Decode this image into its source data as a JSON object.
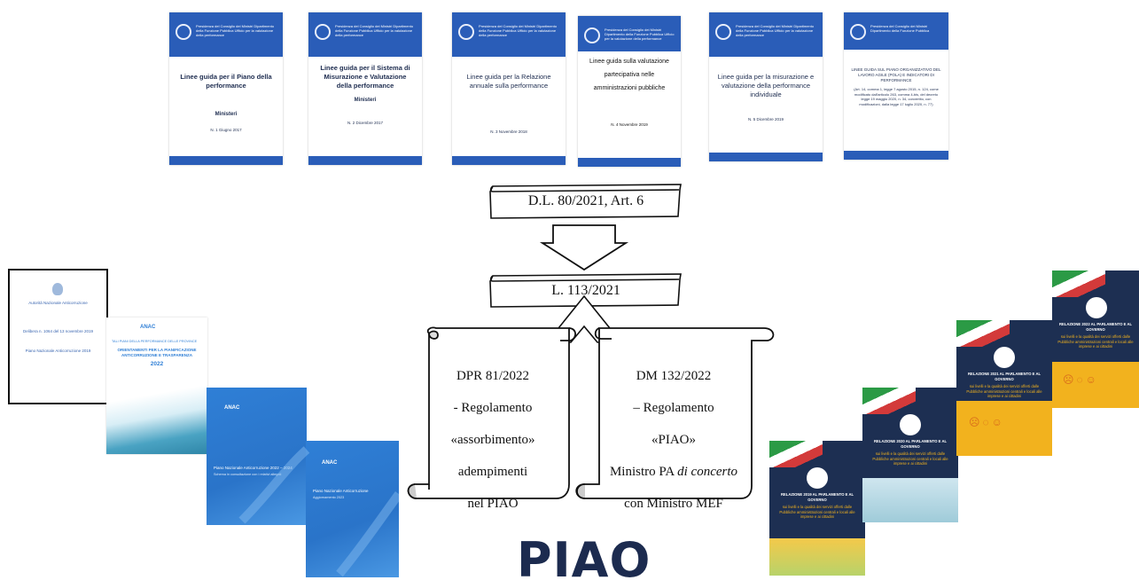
{
  "top_covers": [
    {
      "header": "Presidenza del Consiglio dei Ministri Dipartimento della Funzione Pubblica Ufficio per la valutazione della performance",
      "title": "Linee guida per il Piano della performance",
      "subtitle": "Ministeri",
      "number": "N. 1 Giugno 2017"
    },
    {
      "header": "Presidenza del Consiglio dei Ministri Dipartimento della Funzione Pubblica Ufficio per la valutazione della performance",
      "title": "Linee guida per il Sistema di Misurazione e Valutazione della performance",
      "subtitle": "Ministeri",
      "number": "N. 2 Dicembre 2017"
    },
    {
      "header": "Presidenza del Consiglio dei Ministri Dipartimento della Funzione Pubblica Ufficio per la valutazione della performance",
      "title": "Linee guida per la Relazione annuale sulla performance",
      "subtitle": "",
      "number": "N. 3 Novembre 2018"
    },
    {
      "header": "Presidenza del Consiglio dei Ministri Dipartimento della Funzione Pubblica Ufficio per la valutazione della performance",
      "title": "Linee guida sulla valutazione partecipativa nelle amministrazioni pubbliche",
      "subtitle": "",
      "number": "N. 4 Novembre 2019"
    },
    {
      "header": "Presidenza del Consiglio dei Ministri Dipartimento della Funzione Pubblica Ufficio per la valutazione della performance",
      "title": "Linee guida per la misurazione e valutazione della performance individuale",
      "subtitle": "",
      "number": "N. 5 Dicembre 2019"
    },
    {
      "header": "Presidenza del Consiglio dei Ministri Dipartimento della Funzione Pubblica",
      "title": "LINEE GUIDA SUL PIANO ORGANIZZATIVO DEL LAVORO AGILE (POLA) E INDICATORI DI PERFORMANCE",
      "subtitle": "",
      "number": "(Art. 14, comma 1, legge 7 agosto 2015, n. 124, come modificato dall'articolo 263, comma 4-bis, del decreto legge 19 maggio 2020, n. 34, convertito, con modificazioni, dalla legge 17 luglio 2020, n. 77)"
    }
  ],
  "decree_box": "D.L. 80/2021, Art. 6",
  "law_box": "L. 113/2021",
  "dpr_scroll": [
    "DPR 81/2022",
    "- Regolamento",
    "«assorbimento»",
    "adempimenti",
    "nel PIAO"
  ],
  "dm_scroll": {
    "lines_plain": [
      "DM 132/2022",
      "– Regolamento",
      "«PIAO»"
    ],
    "line4_pre": "Ministro PA ",
    "line4_italic": "di concerto",
    "line5": "con Ministro MEF"
  },
  "anac_docs": {
    "doc1_title": "Autorità Nazionale Anticorruzione",
    "doc1_delibera": "Delibera n. 1064 del 13 novembre 2019",
    "doc1_piano": "Piano Nazionale Anticorruzione 2019",
    "doc2_header": "TALI PIANI DELLA PERFORMANCE DELLE PROVINCE",
    "doc2_title": "ORIENTAMENTI PER LA PIANIFICAZIONE ANTICORRUZIONE E TRASPARENZA",
    "doc2_year": "2022",
    "doc3_title": "Piano Nazionale Anticorruzione 2022 – 2024",
    "doc3_sub": "Schema in consultazione con i relativi allegati",
    "doc4_title": "Piano Nazionale Anticorruzione",
    "doc4_sub": "Aggiornamento 2023",
    "anac_logo": "ANAC"
  },
  "relazione_covers": [
    {
      "title": "RELAZIONE 2019 AL PARLAMENTO E AL GOVERNO",
      "body": "sui livelli e la qualità dei servizi offerti dalle Pubbliche amministrazioni centrali e locali alle imprese e ai cittadini"
    },
    {
      "title": "RELAZIONE 2020 AL PARLAMENTO E AL GOVERNO",
      "body": "sui livelli e la qualità dei servizi offerti dalle Pubbliche amministrazioni centrali e locali alle imprese e ai cittadini"
    },
    {
      "title": "RELAZIONE 2021 AL PARLAMENTO E AL GOVERNO",
      "body": "sui livelli e la qualità dei servizi offerti dalle Pubbliche amministrazioni centrali e locali alle imprese e ai cittadini"
    },
    {
      "title": "RELAZIONE 2022 AL PARLAMENTO E AL GOVERNO",
      "body": "sui livelli e la qualità dei servizi offerti dalle Pubbliche amministrazioni centrali e locali alle imprese e ai cittadini"
    }
  ],
  "piao_label": "PIAO",
  "colors": {
    "brand_blue": "#2a5db8",
    "anac_blue": "#2f7fd6",
    "navy": "#1c2b4f",
    "relazione_navy": "#1d2f52",
    "relazione_yellow": "#f2b21e",
    "italy_green": "#2b9a45",
    "italy_red": "#d33a3a"
  }
}
